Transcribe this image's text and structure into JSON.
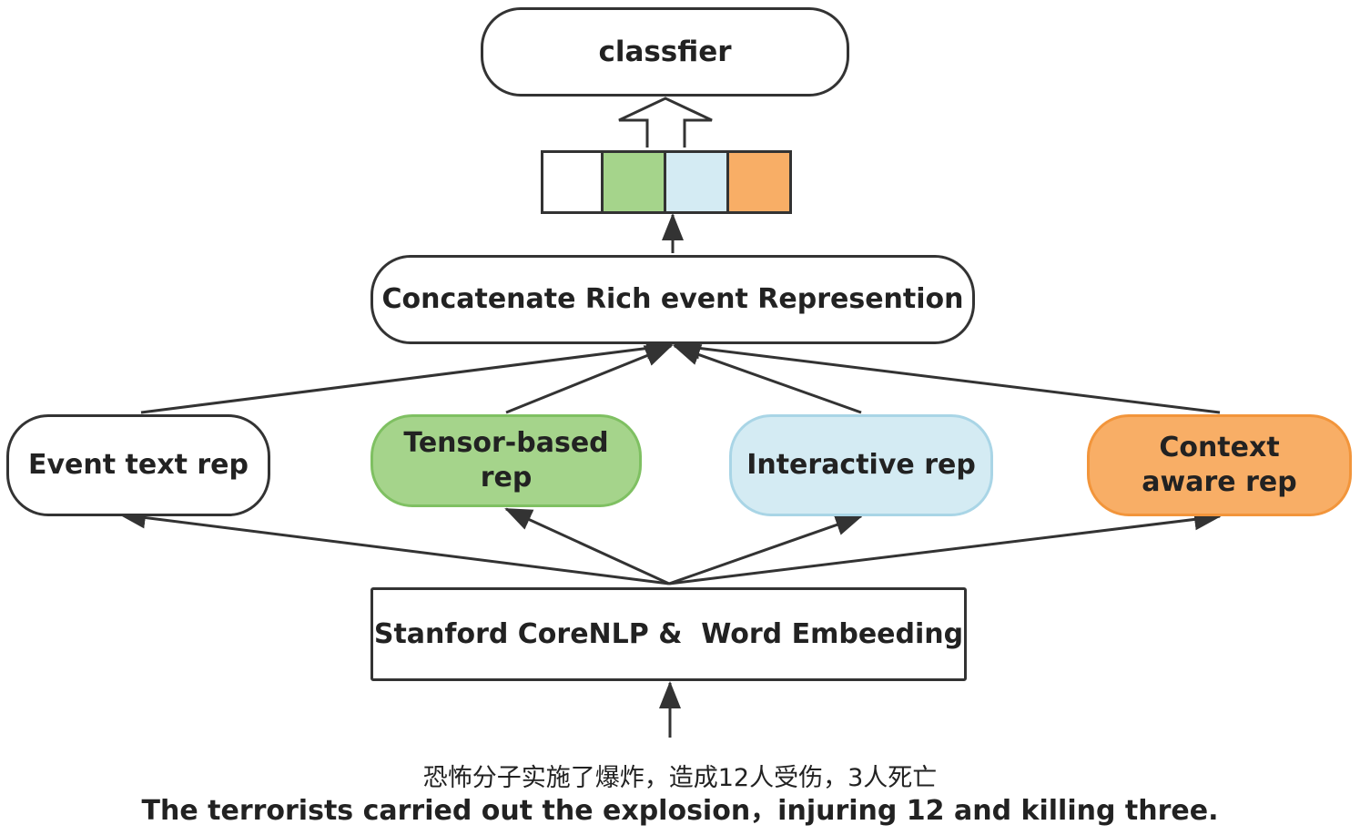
{
  "nodes": {
    "classifier": "classfier",
    "concat": "Concatenate Rich event Represention",
    "event_text": "Event text rep",
    "tensor": "Tensor-based rep",
    "interactive": "Interactive rep",
    "context": "Context aware rep",
    "corenlp": "Stanford CoreNLP &  Word Embeeding"
  },
  "vector_cells": [
    {
      "color": "#ffffff"
    },
    {
      "color": "#a5d48b"
    },
    {
      "color": "#d4ebf3"
    },
    {
      "color": "#f8ae66"
    }
  ],
  "colors": {
    "green": "#a5d48b",
    "light_blue": "#d4ebf3",
    "orange": "#f8ae66",
    "line": "#333333"
  },
  "caption": {
    "chinese": "恐怖分子实施了爆炸，造成12人受伤，3人死亡",
    "english": "The terrorists carried out the explosion，injuring 12 and killing three."
  }
}
